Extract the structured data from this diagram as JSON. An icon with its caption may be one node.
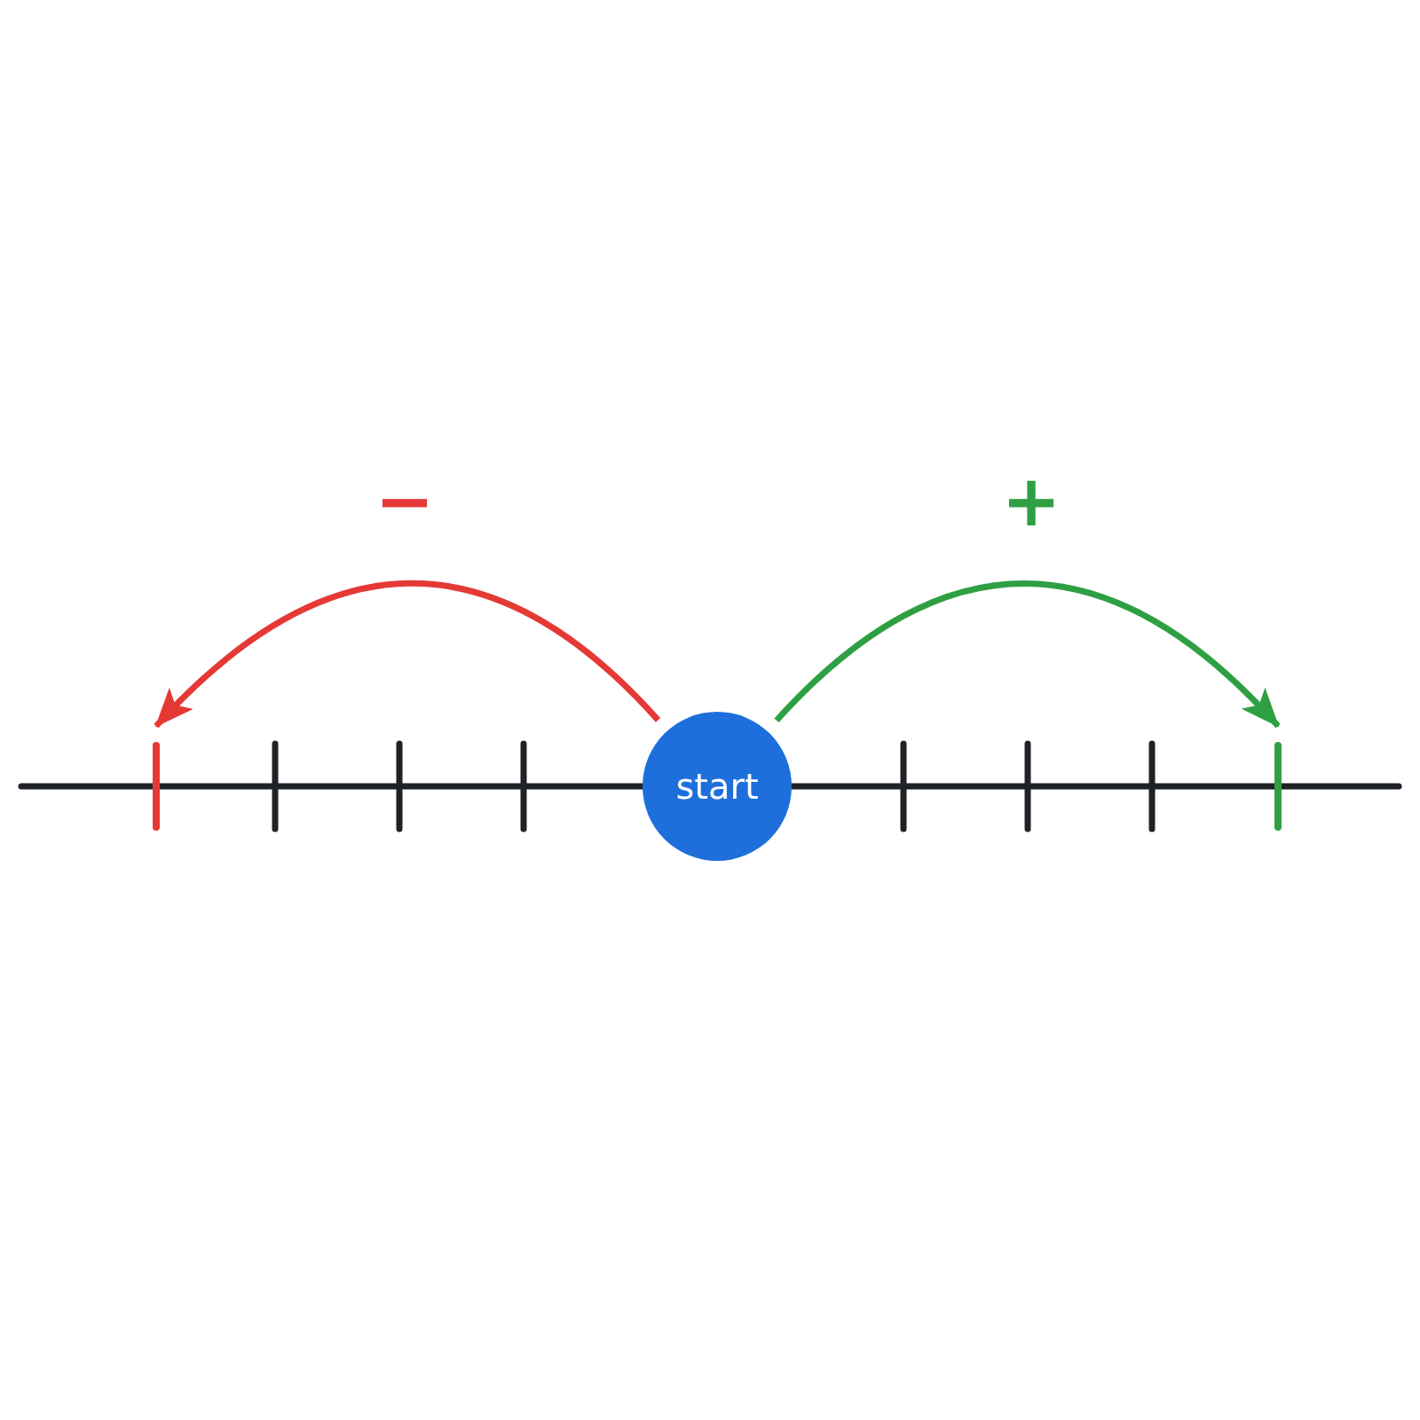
{
  "diagram": {
    "nodes": [
      {
        "text": [
          "start"
        ]
      },
      {
        "text": [],
        "shape": "bar"
      },
      {
        "text": [],
        "shape": "bar"
      }
    ],
    "edges": [
      {
        "from": 0,
        "to": 1,
        "arrow": "to",
        "label": "−",
        "color": "#e53935"
      },
      {
        "from": 0,
        "to": 2,
        "arrow": "to",
        "label": "+",
        "color": "#2ea043"
      }
    ]
  }
}
